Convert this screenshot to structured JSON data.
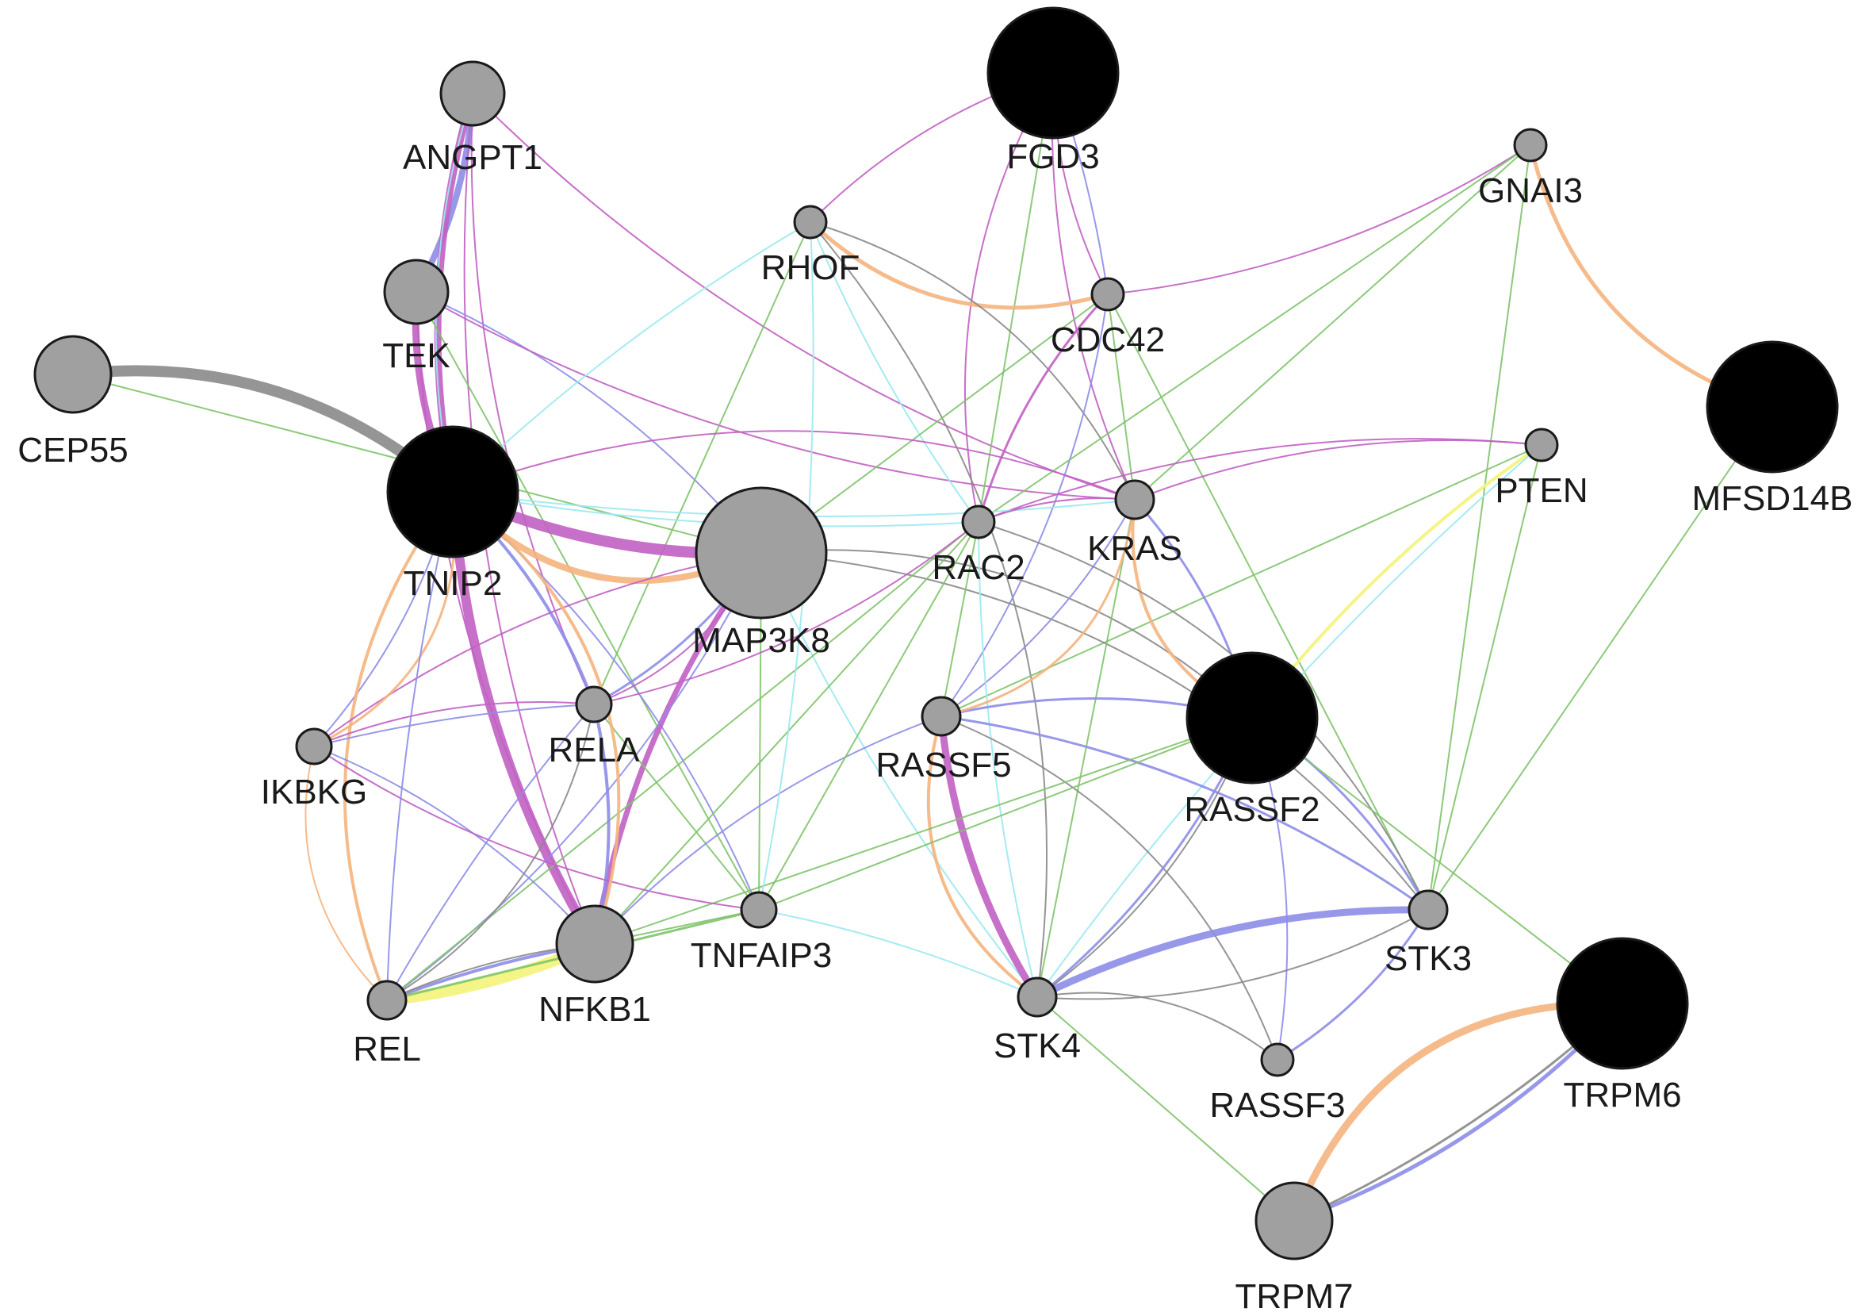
{
  "colors": {
    "query_node": "#000000",
    "related_node": "#a0a0a0",
    "node_border": "#1a1a1a",
    "label": "#1a1a1a",
    "physical": "#c160c3",
    "coexpression": "#8d8de8",
    "predicted": "#f5b47e",
    "pathway": "#7fc46a",
    "colocalization": "#9ae9f0",
    "genetic": "#8a8a8a",
    "shared_domains": "#f3f37a"
  },
  "nodes": [
    {
      "id": "FGD3",
      "label": "FGD3",
      "type": "query"
    },
    {
      "id": "TNIP2",
      "label": "TNIP2",
      "type": "query"
    },
    {
      "id": "RASSF2",
      "label": "RASSF2",
      "type": "query"
    },
    {
      "id": "MFSD14B",
      "label": "MFSD14B",
      "type": "query"
    },
    {
      "id": "TRPM6",
      "label": "TRPM6",
      "type": "query"
    },
    {
      "id": "MAP3K8",
      "label": "MAP3K8",
      "type": "related"
    },
    {
      "id": "ANGPT1",
      "label": "ANGPT1",
      "type": "related"
    },
    {
      "id": "TEK",
      "label": "TEK",
      "type": "related"
    },
    {
      "id": "CEP55",
      "label": "CEP55",
      "type": "related"
    },
    {
      "id": "NFKB1",
      "label": "NFKB1",
      "type": "related"
    },
    {
      "id": "TRPM7",
      "label": "TRPM7",
      "type": "related"
    },
    {
      "id": "RHOF",
      "label": "RHOF",
      "type": "related"
    },
    {
      "id": "CDC42",
      "label": "CDC42",
      "type": "related"
    },
    {
      "id": "GNAI3",
      "label": "GNAI3",
      "type": "related"
    },
    {
      "id": "PTEN",
      "label": "PTEN",
      "type": "related"
    },
    {
      "id": "KRAS",
      "label": "KRAS",
      "type": "related"
    },
    {
      "id": "RAC2",
      "label": "RAC2",
      "type": "related"
    },
    {
      "id": "RELA",
      "label": "RELA",
      "type": "related"
    },
    {
      "id": "RASSF5",
      "label": "RASSF5",
      "type": "related"
    },
    {
      "id": "IKBKG",
      "label": "IKBKG",
      "type": "related"
    },
    {
      "id": "TNFAIP3",
      "label": "TNFAIP3",
      "type": "related"
    },
    {
      "id": "STK3",
      "label": "STK3",
      "type": "related"
    },
    {
      "id": "STK4",
      "label": "STK4",
      "type": "related"
    },
    {
      "id": "REL",
      "label": "REL",
      "type": "related"
    },
    {
      "id": "RASSF3",
      "label": "RASSF3",
      "type": "related"
    }
  ],
  "edges": [
    {
      "source": "CEP55",
      "target": "TNIP2",
      "kind": "genetic",
      "weight": 14
    },
    {
      "source": "CEP55",
      "target": "MAP3K8",
      "kind": "pathway",
      "weight": 2
    },
    {
      "source": "ANGPT1",
      "target": "TEK",
      "kind": "coexpression",
      "weight": 8
    },
    {
      "source": "ANGPT1",
      "target": "TNIP2",
      "kind": "physical",
      "weight": 9
    },
    {
      "source": "ANGPT1",
      "target": "TNIP2",
      "kind": "colocalization",
      "weight": 2
    },
    {
      "source": "ANGPT1",
      "target": "RELA",
      "kind": "physical",
      "weight": 2
    },
    {
      "source": "ANGPT1",
      "target": "NFKB1",
      "kind": "physical",
      "weight": 2
    },
    {
      "source": "ANGPT1",
      "target": "KRAS",
      "kind": "physical",
      "weight": 2
    },
    {
      "source": "TEK",
      "target": "TNIP2",
      "kind": "physical",
      "weight": 9
    },
    {
      "source": "TEK",
      "target": "MAP3K8",
      "kind": "coexpression",
      "weight": 2
    },
    {
      "source": "TEK",
      "target": "KRAS",
      "kind": "physical",
      "weight": 2
    },
    {
      "source": "TEK",
      "target": "TNFAIP3",
      "kind": "pathway",
      "weight": 2
    },
    {
      "source": "TEK",
      "target": "NFKB1",
      "kind": "physical",
      "weight": 2
    },
    {
      "source": "FGD3",
      "target": "RHOF",
      "kind": "physical",
      "weight": 2
    },
    {
      "source": "FGD3",
      "target": "CDC42",
      "kind": "physical",
      "weight": 2
    },
    {
      "source": "FGD3",
      "target": "CDC42",
      "kind": "coexpression",
      "weight": 2
    },
    {
      "source": "FGD3",
      "target": "RAC2",
      "kind": "pathway",
      "weight": 2
    },
    {
      "source": "FGD3",
      "target": "RAC2",
      "kind": "physical",
      "weight": 2
    },
    {
      "source": "FGD3",
      "target": "KRAS",
      "kind": "physical",
      "weight": 2
    },
    {
      "source": "RHOF",
      "target": "CDC42",
      "kind": "predicted",
      "weight": 5
    },
    {
      "source": "RHOF",
      "target": "RAC2",
      "kind": "colocalization",
      "weight": 2
    },
    {
      "source": "RHOF",
      "target": "KRAS",
      "kind": "genetic",
      "weight": 2
    },
    {
      "source": "RHOF",
      "target": "TNIP2",
      "kind": "colocalization",
      "weight": 2
    },
    {
      "source": "RHOF",
      "target": "RELA",
      "kind": "pathway",
      "weight": 2
    },
    {
      "source": "RHOF",
      "target": "STK4",
      "kind": "genetic",
      "weight": 2
    },
    {
      "source": "CDC42",
      "target": "GNAI3",
      "kind": "physical",
      "weight": 2
    },
    {
      "source": "CDC42",
      "target": "RAC2",
      "kind": "physical",
      "weight": 3
    },
    {
      "source": "CDC42",
      "target": "KRAS",
      "kind": "pathway",
      "weight": 2
    },
    {
      "source": "CDC42",
      "target": "STK3",
      "kind": "pathway",
      "weight": 2
    },
    {
      "source": "CDC42",
      "target": "RASSF5",
      "kind": "coexpression",
      "weight": 2
    },
    {
      "source": "CDC42",
      "target": "MAP3K8",
      "kind": "pathway",
      "weight": 2
    },
    {
      "source": "GNAI3",
      "target": "MFSD14B",
      "kind": "predicted",
      "weight": 5
    },
    {
      "source": "GNAI3",
      "target": "STK3",
      "kind": "pathway",
      "weight": 2
    },
    {
      "source": "GNAI3",
      "target": "RAC2",
      "kind": "pathway",
      "weight": 2
    },
    {
      "source": "GNAI3",
      "target": "KRAS",
      "kind": "pathway",
      "weight": 2
    },
    {
      "source": "MFSD14B",
      "target": "STK3",
      "kind": "pathway",
      "weight": 2
    },
    {
      "source": "PTEN",
      "target": "RASSF2",
      "kind": "shared_domains",
      "weight": 4
    },
    {
      "source": "PTEN",
      "target": "STK3",
      "kind": "pathway",
      "weight": 2
    },
    {
      "source": "PTEN",
      "target": "RAC2",
      "kind": "physical",
      "weight": 2
    },
    {
      "source": "PTEN",
      "target": "STK4",
      "kind": "colocalization",
      "weight": 2
    },
    {
      "source": "PTEN",
      "target": "KRAS",
      "kind": "physical",
      "weight": 2
    },
    {
      "source": "PTEN",
      "target": "RASSF5",
      "kind": "pathway",
      "weight": 2
    },
    {
      "source": "TNIP2",
      "target": "MAP3K8",
      "kind": "physical",
      "weight": 14
    },
    {
      "source": "TNIP2",
      "target": "MAP3K8",
      "kind": "predicted",
      "weight": 8
    },
    {
      "source": "TNIP2",
      "target": "NFKB1",
      "kind": "physical",
      "weight": 12
    },
    {
      "source": "TNIP2",
      "target": "RELA",
      "kind": "coexpression",
      "weight": 4
    },
    {
      "source": "TNIP2",
      "target": "IKBKG",
      "kind": "coexpression",
      "weight": 2
    },
    {
      "source": "TNIP2",
      "target": "REL",
      "kind": "predicted",
      "weight": 4
    },
    {
      "source": "TNIP2",
      "target": "TNFAIP3",
      "kind": "coexpression",
      "weight": 2
    },
    {
      "source": "TNIP2",
      "target": "KRAS",
      "kind": "colocalization",
      "weight": 2
    },
    {
      "source": "TNIP2",
      "target": "RAC2",
      "kind": "colocalization",
      "weight": 2
    },
    {
      "source": "MAP3K8",
      "target": "NFKB1",
      "kind": "physical",
      "weight": 7
    },
    {
      "source": "MAP3K8",
      "target": "RELA",
      "kind": "coexpression",
      "weight": 3
    },
    {
      "source": "MAP3K8",
      "target": "RASSF2",
      "kind": "genetic",
      "weight": 2
    },
    {
      "source": "MAP3K8",
      "target": "STK4",
      "kind": "colocalization",
      "weight": 2
    },
    {
      "source": "MAP3K8",
      "target": "STK3",
      "kind": "genetic",
      "weight": 2
    },
    {
      "source": "MAP3K8",
      "target": "REL",
      "kind": "coexpression",
      "weight": 2
    },
    {
      "source": "MAP3K8",
      "target": "TNFAIP3",
      "kind": "pathway",
      "weight": 2
    },
    {
      "source": "MAP3K8",
      "target": "IKBKG",
      "kind": "physical",
      "weight": 2
    },
    {
      "source": "KRAS",
      "target": "RAC2",
      "kind": "physical",
      "weight": 2
    },
    {
      "source": "KRAS",
      "target": "RASSF2",
      "kind": "coexpression",
      "weight": 3
    },
    {
      "source": "KRAS",
      "target": "RASSF5",
      "kind": "coexpression",
      "weight": 2
    },
    {
      "source": "KRAS",
      "target": "RASSF2",
      "kind": "predicted",
      "weight": 4
    },
    {
      "source": "KRAS",
      "target": "STK4",
      "kind": "pathway",
      "weight": 2
    },
    {
      "source": "KRAS",
      "target": "TNIP2",
      "kind": "physical",
      "weight": 2
    },
    {
      "source": "RAC2",
      "target": "NFKB1",
      "kind": "pathway",
      "weight": 2
    },
    {
      "source": "RAC2",
      "target": "STK4",
      "kind": "colocalization",
      "weight": 2
    },
    {
      "source": "RAC2",
      "target": "RASSF5",
      "kind": "pathway",
      "weight": 2
    },
    {
      "source": "RAC2",
      "target": "STK3",
      "kind": "genetic",
      "weight": 2
    },
    {
      "source": "RAC2",
      "target": "REL",
      "kind": "pathway",
      "weight": 2
    },
    {
      "source": "RASSF5",
      "target": "STK4",
      "kind": "physical",
      "weight": 9
    },
    {
      "source": "RASSF5",
      "target": "STK4",
      "kind": "predicted",
      "weight": 4
    },
    {
      "source": "RASSF5",
      "target": "RASSF2",
      "kind": "coexpression",
      "weight": 3
    },
    {
      "source": "RASSF5",
      "target": "STK3",
      "kind": "coexpression",
      "weight": 3
    },
    {
      "source": "RASSF5",
      "target": "RASSF3",
      "kind": "genetic",
      "weight": 2
    },
    {
      "source": "RASSF5",
      "target": "KRAS",
      "kind": "predicted",
      "weight": 3
    },
    {
      "source": "RASSF2",
      "target": "STK4",
      "kind": "coexpression",
      "weight": 3
    },
    {
      "source": "RASSF2",
      "target": "STK3",
      "kind": "coexpression",
      "weight": 3
    },
    {
      "source": "RASSF2",
      "target": "RASSF3",
      "kind": "coexpression",
      "weight": 2
    },
    {
      "source": "RASSF2",
      "target": "STK4",
      "kind": "genetic",
      "weight": 2
    },
    {
      "source": "RASSF2",
      "target": "TRPM6",
      "kind": "pathway",
      "weight": 2
    },
    {
      "source": "RASSF2",
      "target": "NFKB1",
      "kind": "pathway",
      "weight": 2
    },
    {
      "source": "STK4",
      "target": "STK3",
      "kind": "coexpression",
      "weight": 9
    },
    {
      "source": "STK4",
      "target": "RASSF3",
      "kind": "genetic",
      "weight": 2
    },
    {
      "source": "STK4",
      "target": "TRPM7",
      "kind": "pathway",
      "weight": 2
    },
    {
      "source": "STK4",
      "target": "TNFAIP3",
      "kind": "colocalization",
      "weight": 2
    },
    {
      "source": "STK3",
      "target": "RASSF3",
      "kind": "coexpression",
      "weight": 3
    },
    {
      "source": "STK3",
      "target": "STK4",
      "kind": "genetic",
      "weight": 2
    },
    {
      "source": "TRPM6",
      "target": "TRPM7",
      "kind": "coexpression",
      "weight": 5
    },
    {
      "source": "TRPM6",
      "target": "TRPM7",
      "kind": "predicted",
      "weight": 9
    },
    {
      "source": "TRPM6",
      "target": "TRPM7",
      "kind": "genetic",
      "weight": 3
    },
    {
      "source": "RELA",
      "target": "NFKB1",
      "kind": "coexpression",
      "weight": 4
    },
    {
      "source": "RELA",
      "target": "REL",
      "kind": "genetic",
      "weight": 2
    },
    {
      "source": "RELA",
      "target": "IKBKG",
      "kind": "physical",
      "weight": 2
    },
    {
      "source": "RELA",
      "target": "TNFAIP3",
      "kind": "pathway",
      "weight": 2
    },
    {
      "source": "RELA",
      "target": "MAP3K8",
      "kind": "physical",
      "weight": 2
    },
    {
      "source": "RELA",
      "target": "RAC2",
      "kind": "physical",
      "weight": 2
    },
    {
      "source": "IKBKG",
      "target": "REL",
      "kind": "predicted",
      "weight": 2
    },
    {
      "source": "IKBKG",
      "target": "NFKB1",
      "kind": "coexpression",
      "weight": 2
    },
    {
      "source": "IKBKG",
      "target": "TNFAIP3",
      "kind": "physical",
      "weight": 2
    },
    {
      "source": "IKBKG",
      "target": "RELA",
      "kind": "coexpression",
      "weight": 2
    },
    {
      "source": "IKBKG",
      "target": "TNIP2",
      "kind": "predicted",
      "weight": 3
    },
    {
      "source": "REL",
      "target": "NFKB1",
      "kind": "shared_domains",
      "weight": 14
    },
    {
      "source": "REL",
      "target": "NFKB1",
      "kind": "coexpression",
      "weight": 4
    },
    {
      "source": "REL",
      "target": "NFKB1",
      "kind": "genetic",
      "weight": 2
    },
    {
      "source": "REL",
      "target": "TNFAIP3",
      "kind": "pathway",
      "weight": 3
    },
    {
      "source": "REL",
      "target": "RELA",
      "kind": "coexpression",
      "weight": 2
    },
    {
      "source": "REL",
      "target": "TNIP2",
      "kind": "coexpression",
      "weight": 2
    },
    {
      "source": "NFKB1",
      "target": "TNFAIP3",
      "kind": "pathway",
      "weight": 2
    },
    {
      "source": "NFKB1",
      "target": "RASSF5",
      "kind": "coexpression",
      "weight": 2
    },
    {
      "source": "NFKB1",
      "target": "TNIP2",
      "kind": "predicted",
      "weight": 4
    },
    {
      "source": "TNFAIP3",
      "target": "RHOF",
      "kind": "colocalization",
      "weight": 2
    },
    {
      "source": "TNFAIP3",
      "target": "RAC2",
      "kind": "pathway",
      "weight": 2
    },
    {
      "source": "TNFAIP3",
      "target": "RASSF2",
      "kind": "pathway",
      "weight": 2
    }
  ]
}
